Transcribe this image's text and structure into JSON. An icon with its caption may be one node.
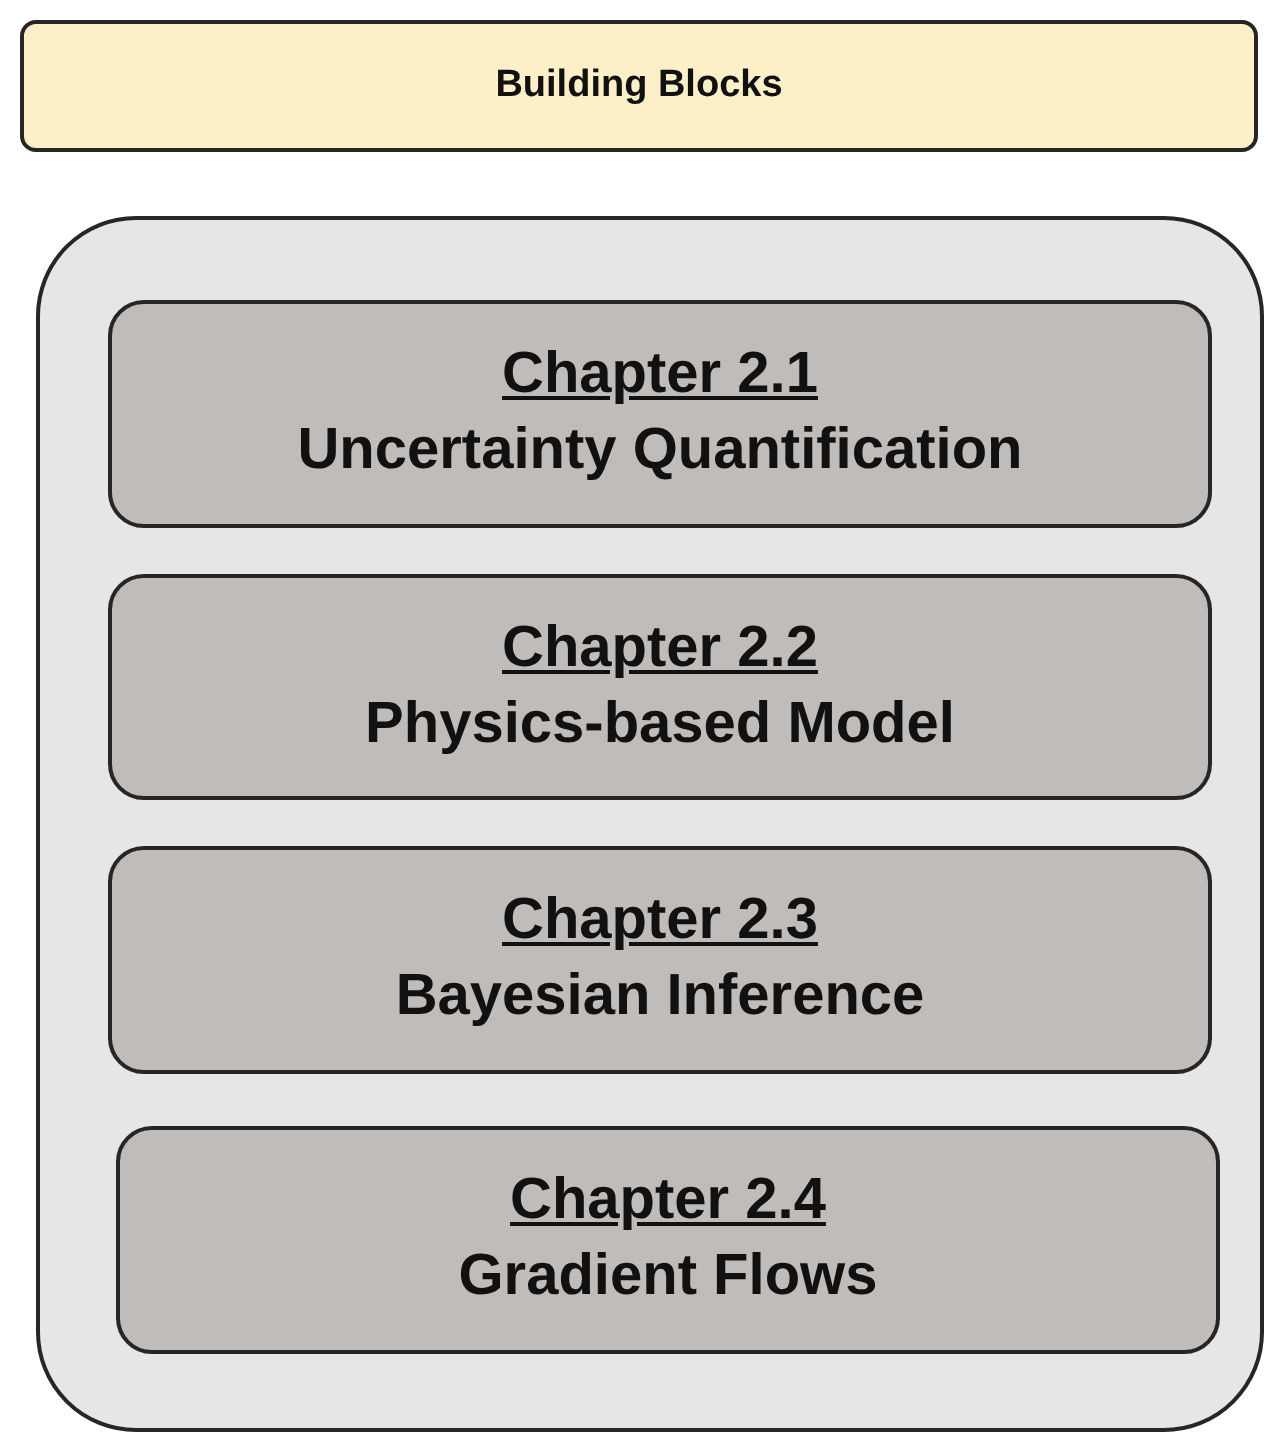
{
  "diagram": {
    "nodes": [
      {
        "text": [
          "Building Blocks"
        ]
      },
      {
        "text": [],
        "shape": "box"
      },
      {
        "text": [
          "Chapter 2.1",
          "Uncertainty Quantification"
        ],
        "in": 1
      },
      {
        "text": [
          "Chapter 2.2",
          "Physics-based Model"
        ],
        "in": 1
      },
      {
        "text": [
          "Chapter 2.3",
          "Bayesian Inference"
        ],
        "in": 1
      },
      {
        "text": [
          "Chapter 2.4",
          "Gradient Flows"
        ],
        "in": 1
      }
    ]
  }
}
